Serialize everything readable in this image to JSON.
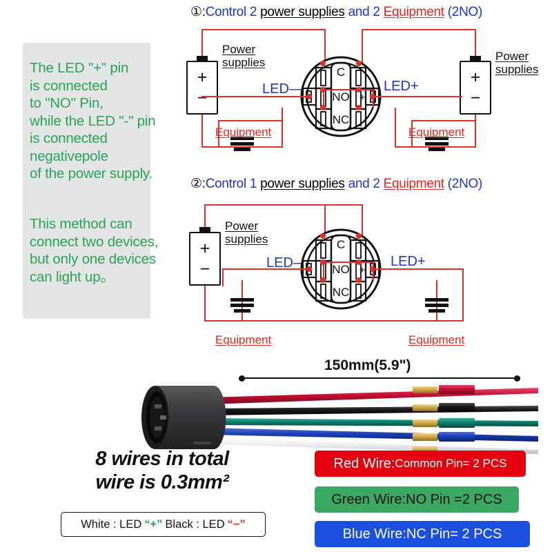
{
  "info_panel": {
    "paragraph_1": "The LED \"+\" pin\nis connected\nto \"NO\" Pin,\nwhile the LED \"-\" pin\nis connected\nnegativepole\nof the power supply.",
    "paragraph_2": "This method can\nconnect two devices,\nbut only one devices\ncan light up。",
    "text_color": "#2aa159",
    "background": "#e2e5e3"
  },
  "diagram_1": {
    "heading": {
      "number": "①",
      "colon": ":",
      "part_1": "Control 2 ",
      "part_2": "power supplies",
      "part_3": " and 2 ",
      "part_4": "Equipment",
      "part_5": " (2NO)"
    },
    "battery_left": {
      "label": "Power\nsupplies",
      "plus": "+",
      "minus": "−"
    },
    "battery_right": {
      "label": "Power\nsupplies",
      "plus": "+",
      "minus": "−"
    },
    "equipment_left_label": "Equipment",
    "equipment_right_label": "Equipment",
    "led_minus_label": "LED—",
    "led_plus_label": "LED+",
    "switch": {
      "common": "C",
      "normally_open": "NO",
      "normally_closed": "NC"
    }
  },
  "diagram_2": {
    "heading": {
      "number": "②",
      "colon": ":",
      "part_1": "Control 1 ",
      "part_2": "power supplies",
      "part_3": " and 2 ",
      "part_4": "Equipment",
      "part_5": " (2NO)"
    },
    "battery": {
      "label": "Power\nsupplies",
      "plus": "+",
      "minus": "−"
    },
    "equipment_left_label": "Equipment",
    "equipment_right_label": "Equipment",
    "led_minus_label": "LED—",
    "led_plus_label": "LED+",
    "switch": {
      "common": "C",
      "normally_open": "NO",
      "normally_closed": "NC"
    }
  },
  "harness": {
    "dimension_label": "150mm(5.9\")",
    "wire_colors": [
      "#c21133",
      "#141414",
      "#0e7f6e",
      "#1b3fb5",
      "#f2f2f2"
    ],
    "ferrule_color": "#d8b24a",
    "connector_color": "#3a3a3c"
  },
  "bottom": {
    "total_wires": "8 wires in total\nwire is 0.3mm²",
    "led_legend": {
      "white_prefix": "White : LED",
      "plus_quoted": "“+”",
      "black_prefix": "Black : LED",
      "minus_quoted": "“−”"
    }
  },
  "wire_legend": [
    {
      "name": "Red  Wire:",
      "detail": "Common  Pin= 2 PCS",
      "background": "#e3000f",
      "text_color": "#ffffff"
    },
    {
      "name": "Green  Wire:",
      "detail": " NO Pin =2 PCS",
      "background": "#3aa863",
      "text_color": "#111111"
    },
    {
      "name": "Blue Wire:",
      "detail": " NC  Pin= 2 PCS",
      "background": "#1a4fe0",
      "text_color": "#ffffff"
    }
  ]
}
